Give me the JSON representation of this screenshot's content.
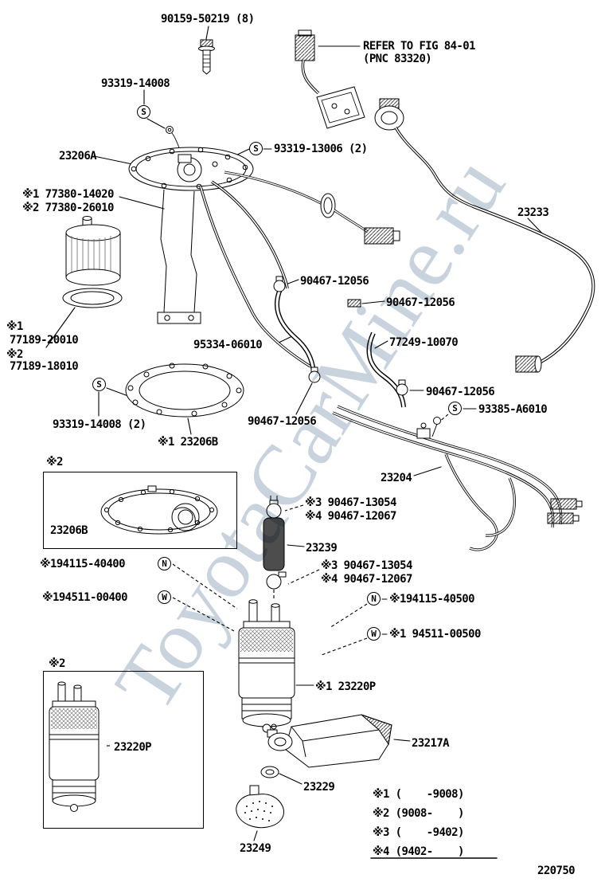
{
  "watermark": "ToyotaCarMine.ru",
  "drawing_number": "220750",
  "reference_note": {
    "line1": "REFER TO FIG 84-01",
    "line2": "(PNC 83320)"
  },
  "symbols": {
    "s": "S",
    "n": "N",
    "w": "W"
  },
  "part_labels": [
    {
      "id": "90159-50219",
      "text": "90159-50219 (8)"
    },
    {
      "id": "93319-14008",
      "text": "93319-14008"
    },
    {
      "id": "23206A",
      "text": "23206A"
    },
    {
      "id": "77380-14020",
      "text": "※1 77380-14020"
    },
    {
      "id": "77380-26010",
      "text": "※2 77380-26010"
    },
    {
      "id": "93319-13006",
      "text": "93319-13006 (2)"
    },
    {
      "id": "23233",
      "text": "23233"
    },
    {
      "id": "90467-12056-a",
      "text": "90467-12056"
    },
    {
      "id": "90467-12056-b",
      "text": "90467-12056"
    },
    {
      "id": "95334-06010",
      "text": "95334-06010"
    },
    {
      "id": "77249-10070",
      "text": "77249-10070"
    },
    {
      "id": "mark-1",
      "text": "※1"
    },
    {
      "id": "77189-20010",
      "text": "77189-20010"
    },
    {
      "id": "mark-2",
      "text": "※2"
    },
    {
      "id": "77189-18010",
      "text": "77189-18010"
    },
    {
      "id": "93319-14008-2",
      "text": "93319-14008 (2)"
    },
    {
      "id": "23206B-main",
      "text": "※1 23206B"
    },
    {
      "id": "90467-12056-c",
      "text": "90467-12056"
    },
    {
      "id": "90467-12056-d",
      "text": "90467-12056"
    },
    {
      "id": "93385-A6010",
      "text": "93385-A6010"
    },
    {
      "id": "23204",
      "text": "23204"
    },
    {
      "id": "box1-mark",
      "text": "※2"
    },
    {
      "id": "23206B-box",
      "text": "23206B"
    },
    {
      "id": "90467-13054-a",
      "text": "※3 90467-13054"
    },
    {
      "id": "90467-12067-a",
      "text": "※4 90467-12067"
    },
    {
      "id": "23239",
      "text": "23239"
    },
    {
      "id": "90467-13054-b",
      "text": "※3 90467-13054"
    },
    {
      "id": "90467-12067-b",
      "text": "※4 90467-12067"
    },
    {
      "id": "94115-40400",
      "text": "※194115-40400"
    },
    {
      "id": "94511-00400",
      "text": "※194511-00400"
    },
    {
      "id": "94115-40500",
      "text": "※194115-40500"
    },
    {
      "id": "94511-00500",
      "text": "※1 94511-00500"
    },
    {
      "id": "23220P-main",
      "text": "※1 23220P"
    },
    {
      "id": "box2-mark",
      "text": "※2"
    },
    {
      "id": "23220P-box",
      "text": "23220P"
    },
    {
      "id": "23217A",
      "text": "23217A"
    },
    {
      "id": "23229",
      "text": "23229"
    },
    {
      "id": "23249",
      "text": "23249"
    }
  ],
  "legend": [
    "※1 (    -9008)",
    "※2 (9008-    )",
    "※3 (    -9402)",
    "※4 (9402-    )"
  ]
}
